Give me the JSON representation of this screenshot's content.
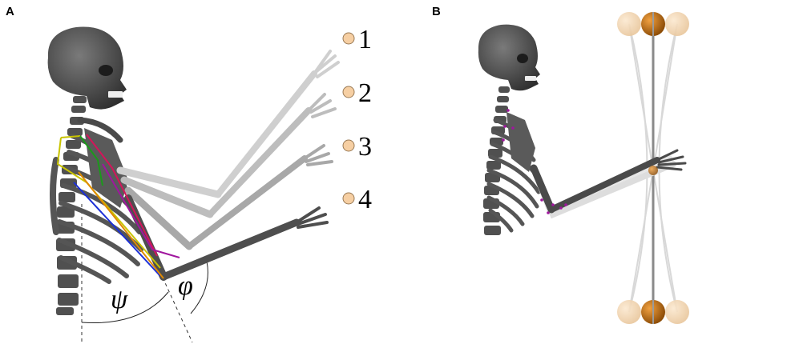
{
  "panels": {
    "a": {
      "label": "A",
      "target_labels": [
        "1",
        "2",
        "3",
        "4"
      ],
      "angle_labels": {
        "shoulder": "ψ",
        "elbow": "φ"
      }
    },
    "b": {
      "label": "B"
    }
  },
  "colors": {
    "bone": "#4a4a4a",
    "bone_light": "#8c8c8c",
    "bone_faint": "#c8c8c8",
    "target_fill": "#f6cfa3",
    "target_stroke": "#9a7a55",
    "ball_dark": "#c7730f",
    "ball_light": "#f2d6b0",
    "muscles": [
      "#c9c400",
      "#1a9a1a",
      "#d4145a",
      "#a0169e",
      "#1c2fd6",
      "#e08a00"
    ]
  },
  "icons": [
    "skull-icon",
    "ribcage-icon",
    "spine-icon",
    "arm-icon",
    "pendulum-ball-icon"
  ]
}
